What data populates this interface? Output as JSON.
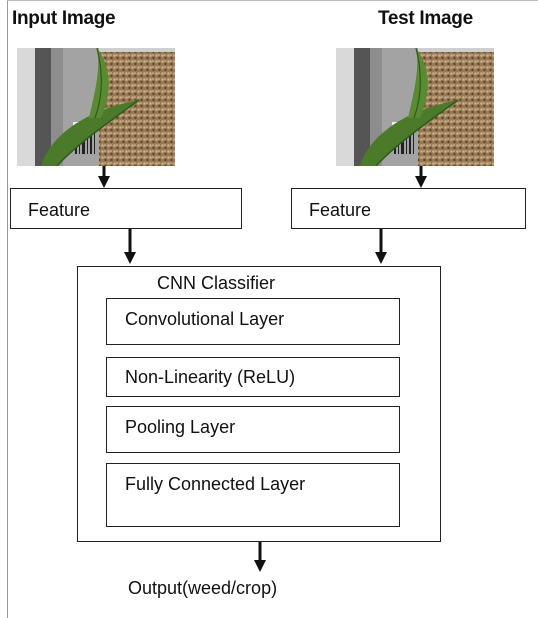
{
  "headings": {
    "left": "Input Image",
    "right": "Test Image"
  },
  "features": {
    "left": "Feature",
    "right": "Feature"
  },
  "classifier": {
    "title": "CNN Classifier",
    "layers": [
      "Convolutional Layer",
      "Non-Linearity (ReLU)",
      "Pooling Layer",
      "Fully Connected Layer"
    ]
  },
  "output": "Output(weed/crop)",
  "colors": {
    "line": "#111111",
    "leaf": "#4a7a2a",
    "leaf_dark": "#2f5a1c",
    "gravel": "#8a6a48",
    "pot": "#6b6b6b"
  }
}
